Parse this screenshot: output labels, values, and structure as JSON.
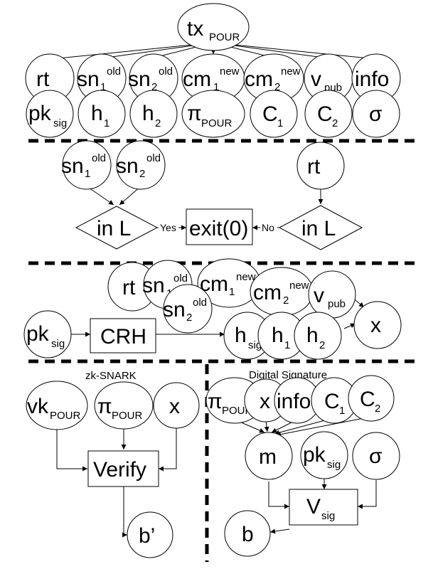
{
  "colors": {
    "stroke": "#000000",
    "background": "#ffffff"
  },
  "top": {
    "tx": {
      "base": "tx",
      "sub": "POUR"
    },
    "row1": [
      {
        "base": "rt"
      },
      {
        "base": "sn",
        "sub": "1",
        "sup": "old"
      },
      {
        "base": "sn",
        "sub": "2",
        "sup": "old"
      },
      {
        "base": "cm",
        "sub": "1",
        "sup": "new"
      },
      {
        "base": "cm",
        "sub": "2",
        "sup": "new"
      },
      {
        "base": "v",
        "sub": "pub"
      },
      {
        "base": "info"
      }
    ],
    "row2": [
      {
        "base": "pk",
        "sub": "sig"
      },
      {
        "base": "h",
        "sub": "1"
      },
      {
        "base": "h",
        "sub": "2"
      },
      {
        "base": "π",
        "sub": "POUR"
      },
      {
        "base": "C",
        "sub": "1"
      },
      {
        "base": "C",
        "sub": "2"
      },
      {
        "base": "σ"
      }
    ]
  },
  "check": {
    "sn1": {
      "base": "sn",
      "sub": "1",
      "sup": "old"
    },
    "sn2": {
      "base": "sn",
      "sub": "2",
      "sup": "old"
    },
    "rt": {
      "base": "rt"
    },
    "in_l_left": "in L",
    "in_l_right": "in L",
    "exit": "exit(0)",
    "yes": "Yes",
    "no": "No"
  },
  "hash": {
    "rt": {
      "base": "rt"
    },
    "sn1": {
      "base": "sn",
      "sub": "1",
      "sup": "old"
    },
    "sn2": {
      "base": "sn",
      "sub": "2",
      "sup": "old"
    },
    "cm1": {
      "base": "cm",
      "sub": "1",
      "sup": "new"
    },
    "cm2": {
      "base": "cm",
      "sub": "2",
      "sup": "new"
    },
    "vpub": {
      "base": "v",
      "sub": "pub"
    },
    "pksig": {
      "base": "pk",
      "sub": "sig"
    },
    "crh": "CRH",
    "hsig": {
      "base": "h",
      "sub": "sig"
    },
    "h1": {
      "base": "h",
      "sub": "1"
    },
    "h2": {
      "base": "h",
      "sub": "2"
    },
    "x": {
      "base": "x"
    }
  },
  "zk": {
    "title": "zk-SNARK",
    "vk": {
      "base": "vk",
      "sub": "POUR"
    },
    "pi": {
      "base": "π",
      "sub": "POUR"
    },
    "x": {
      "base": "x"
    },
    "verify": "Verify",
    "b": "b’"
  },
  "sig": {
    "title": "Digital Signature",
    "pi": {
      "base": "π",
      "sub": "POUR"
    },
    "x": {
      "base": "x"
    },
    "info": {
      "base": "info"
    },
    "c1": {
      "base": "C",
      "sub": "1"
    },
    "c2": {
      "base": "C",
      "sub": "2"
    },
    "m": {
      "base": "m"
    },
    "pk": {
      "base": "pk",
      "sub": "sig"
    },
    "sigma": {
      "base": "σ"
    },
    "vsig": {
      "base": "V",
      "sub": "sig"
    },
    "b": "b"
  }
}
